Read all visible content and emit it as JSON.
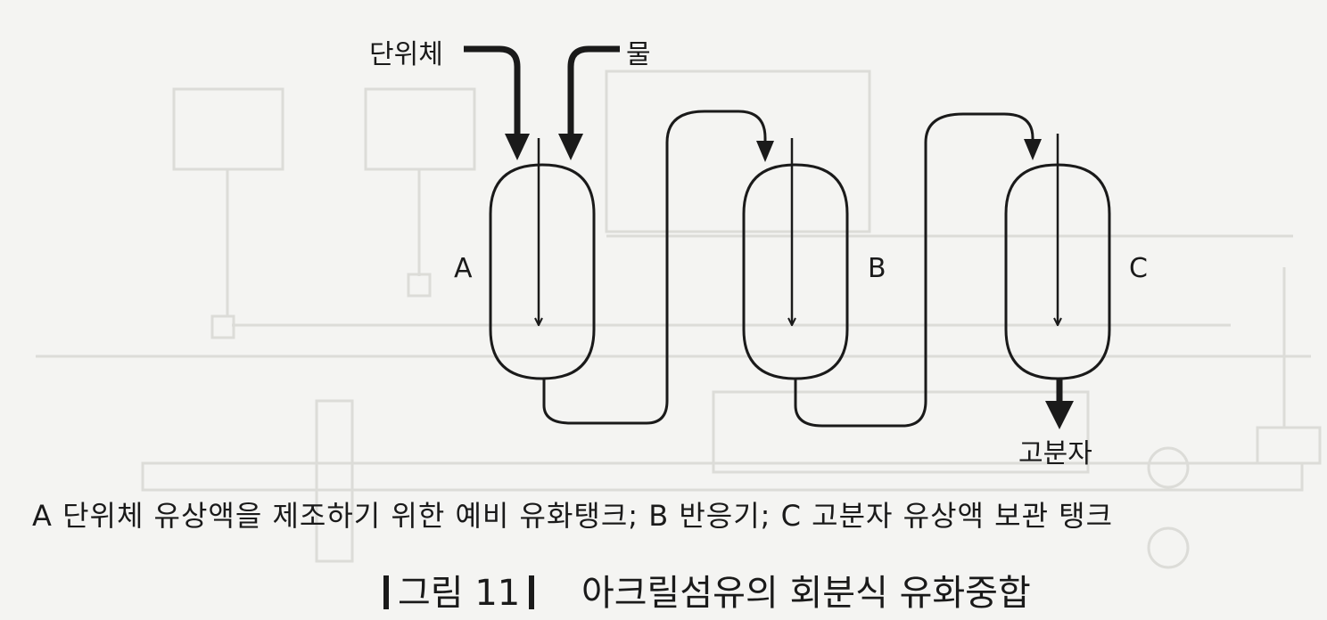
{
  "diagram": {
    "inputs": {
      "monomer": "단위체",
      "water": "물"
    },
    "vessels": [
      {
        "id": "A",
        "label": "A"
      },
      {
        "id": "B",
        "label": "B"
      },
      {
        "id": "C",
        "label": "C"
      }
    ],
    "output": "고분자"
  },
  "caption": "A 단위체 유상액을 제조하기 위한 예비 유화탱크; B 반응기; C 고분자 유상액 보관 탱크",
  "figure": {
    "label": "그림",
    "number": "11",
    "title": "아크릴섬유의 회분식 유화중합"
  }
}
